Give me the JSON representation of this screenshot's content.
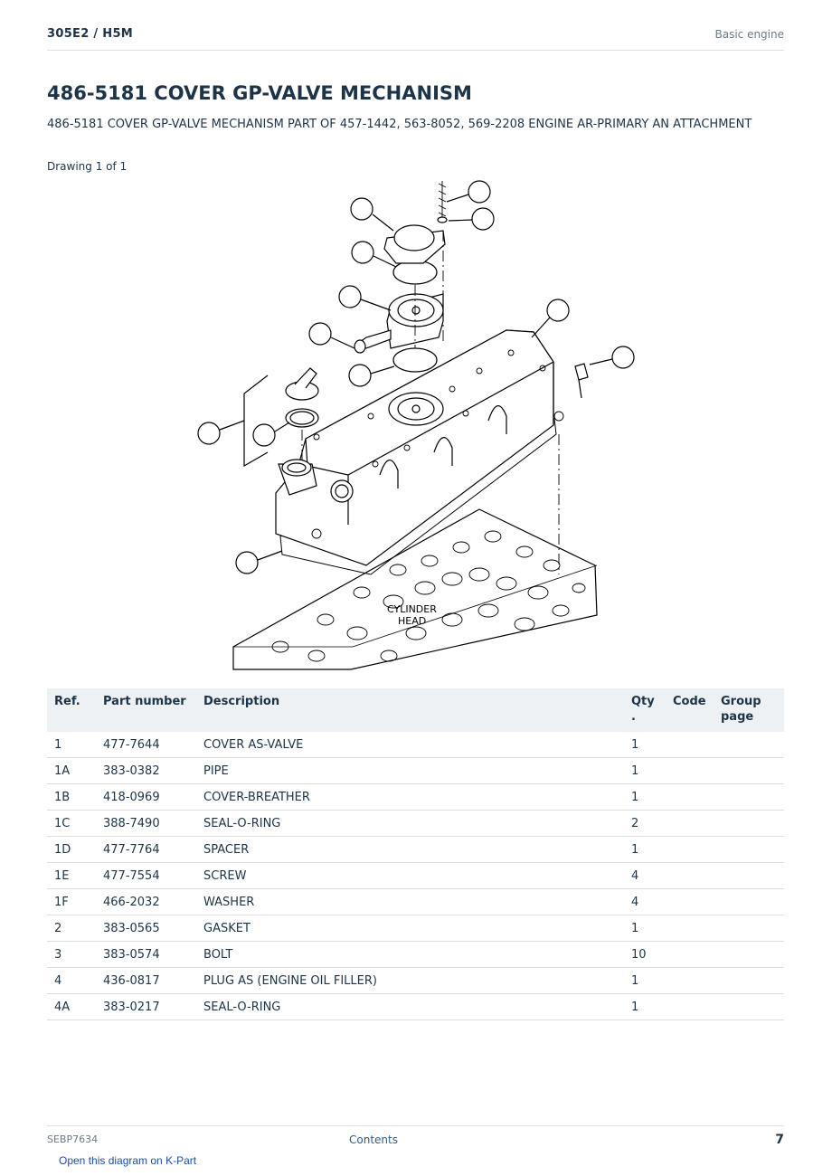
{
  "header": {
    "model": "305E2  /  H5M",
    "section": "Basic engine"
  },
  "title": "486-5181 COVER GP-VALVE MECHANISM",
  "subtitle": "486-5181 COVER GP-VALVE MECHANISM PART OF 457-1442, 563-8052, 569-2208 ENGINE AR-PRIMARY AN ATTACHMENT",
  "drawing_label": "Drawing 1 of 1",
  "diagram": {
    "label_line1": "CYLINDER",
    "label_line2": "HEAD"
  },
  "table": {
    "headers": {
      "ref": "Ref.",
      "part_number": "Part number",
      "description": "Description",
      "qty": "Qty",
      "qty_suffix": ".",
      "code": "Code",
      "group_page": "Group page"
    },
    "rows": [
      {
        "ref": "1",
        "part_number": "477-7644",
        "description": "COVER AS-VALVE",
        "qty": "1",
        "code": "",
        "group_page": ""
      },
      {
        "ref": "1A",
        "part_number": "383-0382",
        "description": "PIPE",
        "qty": "1",
        "code": "",
        "group_page": ""
      },
      {
        "ref": "1B",
        "part_number": "418-0969",
        "description": "COVER-BREATHER",
        "qty": "1",
        "code": "",
        "group_page": ""
      },
      {
        "ref": "1C",
        "part_number": "388-7490",
        "description": "SEAL-O-RING",
        "qty": "2",
        "code": "",
        "group_page": ""
      },
      {
        "ref": "1D",
        "part_number": "477-7764",
        "description": "SPACER",
        "qty": "1",
        "code": "",
        "group_page": ""
      },
      {
        "ref": "1E",
        "part_number": "477-7554",
        "description": "SCREW",
        "qty": "4",
        "code": "",
        "group_page": ""
      },
      {
        "ref": "1F",
        "part_number": "466-2032",
        "description": "WASHER",
        "qty": "4",
        "code": "",
        "group_page": ""
      },
      {
        "ref": "2",
        "part_number": "383-0565",
        "description": "GASKET",
        "qty": "1",
        "code": "",
        "group_page": ""
      },
      {
        "ref": "3",
        "part_number": "383-0574",
        "description": "BOLT",
        "qty": "10",
        "code": "",
        "group_page": ""
      },
      {
        "ref": "4",
        "part_number": "436-0817",
        "description": "PLUG AS (ENGINE OIL FILLER)",
        "qty": "1",
        "code": "",
        "group_page": ""
      },
      {
        "ref": "4A",
        "part_number": "383-0217",
        "description": "SEAL-O-RING",
        "qty": "1",
        "code": "",
        "group_page": ""
      }
    ]
  },
  "footer": {
    "doc_code": "SEBP7634",
    "contents_link": "Contents",
    "page_number": "7",
    "kpart_link": "Open this diagram on K-Part"
  }
}
